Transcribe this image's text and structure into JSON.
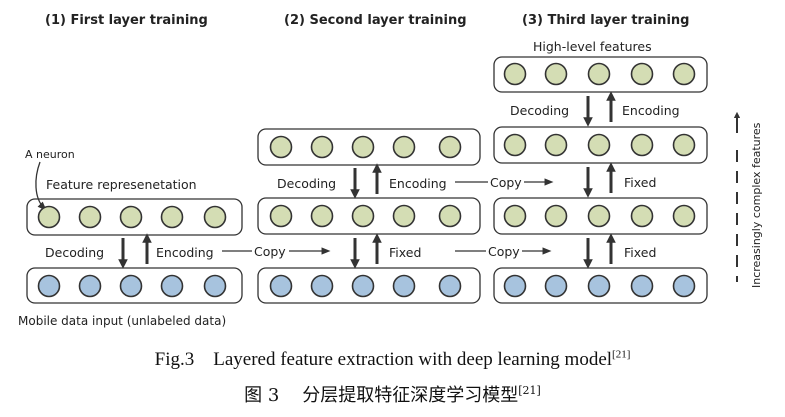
{
  "panels": {
    "first": "(1) First layer training",
    "second": "(2) Second layer training",
    "third": "(3) Third layer training"
  },
  "labels": {
    "high_level_features": "High-level features",
    "a_neuron": "A neuron",
    "feature_representation": "Feature represenetation",
    "mobile_data_input": "Mobile data input (unlabeled data)",
    "decoding": "Decoding",
    "encoding": "Encoding",
    "copy": "Copy",
    "fixed": "Fixed",
    "increasingly_complex": "Increasingly complex features"
  },
  "caption": {
    "en_text": "Fig.3    Layered feature extraction with deep learning model",
    "en_ref": "[21]",
    "zh_text": "图 3    分层提取特征深度学习模型",
    "zh_ref": "[21]"
  },
  "colors": {
    "hidden_neuron": "#d4ddb4",
    "input_neuron": "#a7c3de",
    "outline": "#333333"
  }
}
